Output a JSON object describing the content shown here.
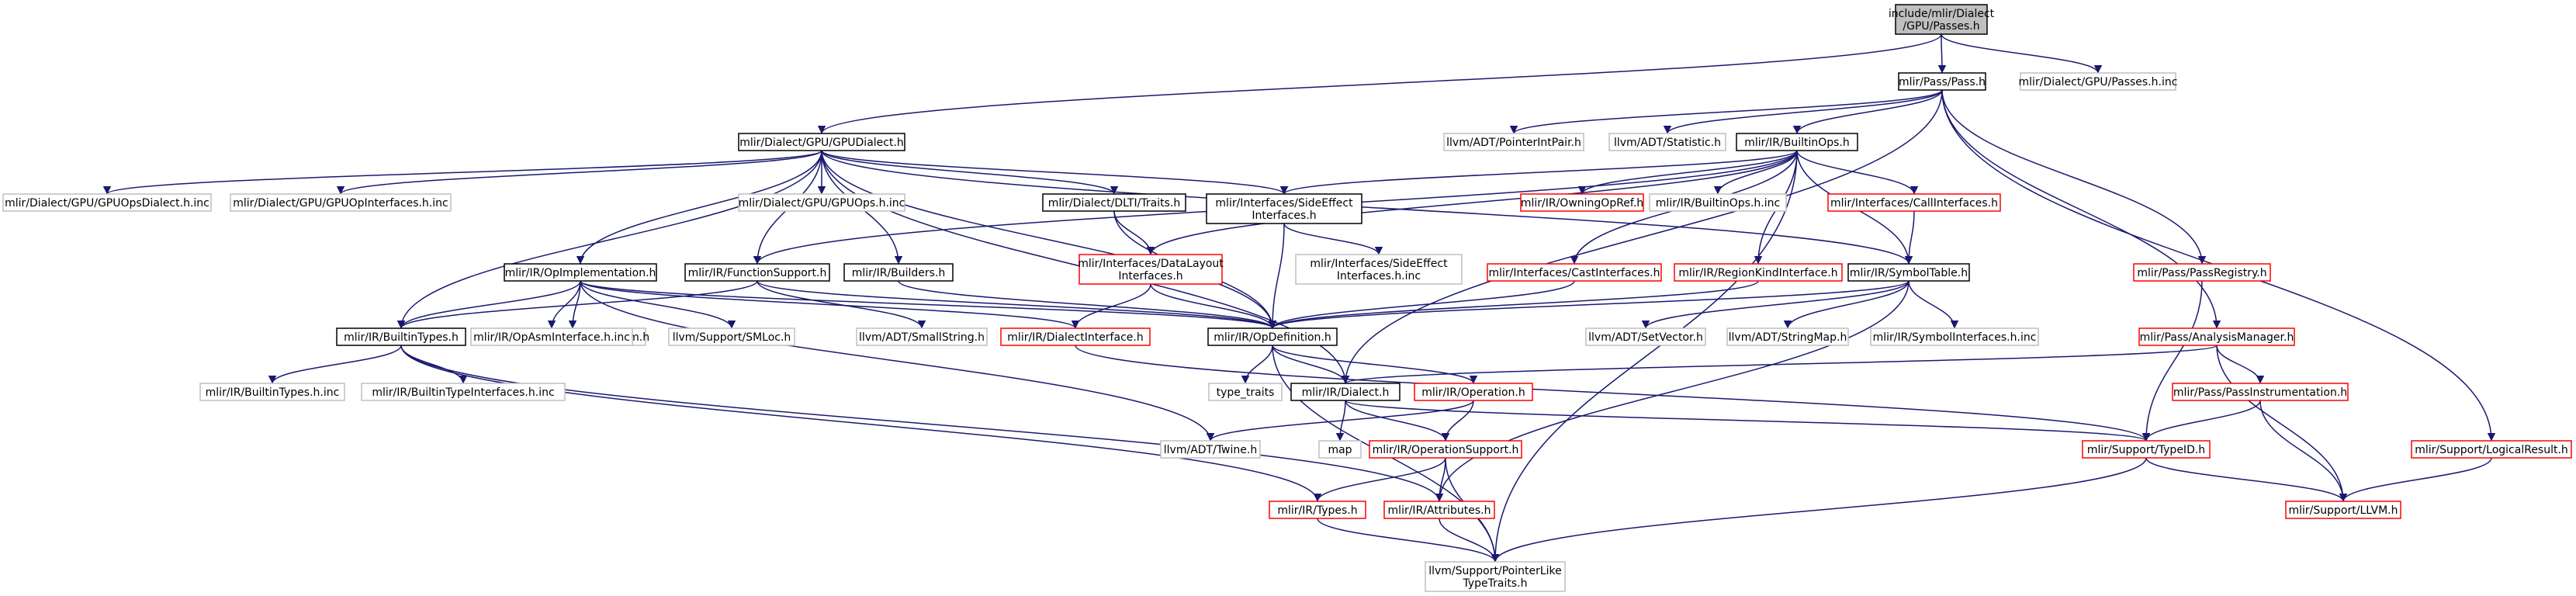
{
  "graph": {
    "colors": {
      "root_fill": "#bfbfbf",
      "documented_border": "#000000",
      "undocumented_border": "#ff0000",
      "external_border": "#bfbfbf",
      "text": "#000000",
      "edge": "#191970",
      "background": "#ffffff"
    },
    "nodes": [
      {
        "id": "root",
        "label": "include/mlir/Dialect\n/GPU/Passes.h",
        "kind": "root"
      },
      {
        "id": "pass",
        "label": "mlir/Pass/Pass.h",
        "kind": "documented"
      },
      {
        "id": "passes_inc",
        "label": "mlir/Dialect/GPU/Passes.h.inc",
        "kind": "external"
      },
      {
        "id": "gpudialect",
        "label": "mlir/Dialect/GPU/GPUDialect.h",
        "kind": "documented"
      },
      {
        "id": "pointerintpair",
        "label": "llvm/ADT/PointerIntPair.h",
        "kind": "external"
      },
      {
        "id": "statistic",
        "label": "llvm/ADT/Statistic.h",
        "kind": "external"
      },
      {
        "id": "builtinops",
        "label": "mlir/IR/BuiltinOps.h",
        "kind": "documented"
      },
      {
        "id": "gpuopsdialect_inc",
        "label": "mlir/Dialect/GPU/GPUOpsDialect.h.inc",
        "kind": "external"
      },
      {
        "id": "gpuopinterfaces_inc",
        "label": "mlir/Dialect/GPU/GPUOpInterfaces.h.inc",
        "kind": "external"
      },
      {
        "id": "gpuops_inc",
        "label": "mlir/Dialect/GPU/GPUOps.h.inc",
        "kind": "external"
      },
      {
        "id": "dlti",
        "label": "mlir/Dialect/DLTI/Traits.h",
        "kind": "documented"
      },
      {
        "id": "sideeffect",
        "label": "mlir/Interfaces/SideEffect\nInterfaces.h",
        "kind": "documented"
      },
      {
        "id": "owningopref",
        "label": "mlir/IR/OwningOpRef.h",
        "kind": "undocumented"
      },
      {
        "id": "builtinops_inc",
        "label": "mlir/IR/BuiltinOps.h.inc",
        "kind": "external"
      },
      {
        "id": "callinterfaces",
        "label": "mlir/Interfaces/CallInterfaces.h",
        "kind": "undocumented"
      },
      {
        "id": "passregistry",
        "label": "mlir/Pass/PassRegistry.h",
        "kind": "undocumented"
      },
      {
        "id": "opimpl",
        "label": "mlir/IR/OpImplementation.h",
        "kind": "documented"
      },
      {
        "id": "functionsupport",
        "label": "mlir/IR/FunctionSupport.h",
        "kind": "documented"
      },
      {
        "id": "builders",
        "label": "mlir/IR/Builders.h",
        "kind": "documented"
      },
      {
        "id": "datalayout",
        "label": "mlir/Interfaces/DataLayout\nInterfaces.h",
        "kind": "undocumented"
      },
      {
        "id": "sideeffect_inc",
        "label": "mlir/Interfaces/SideEffect\nInterfaces.h.inc",
        "kind": "external"
      },
      {
        "id": "castinterfaces",
        "label": "mlir/Interfaces/CastInterfaces.h",
        "kind": "undocumented"
      },
      {
        "id": "regionkind",
        "label": "mlir/IR/RegionKindInterface.h",
        "kind": "undocumented"
      },
      {
        "id": "symboltable",
        "label": "mlir/IR/SymbolTable.h",
        "kind": "documented"
      },
      {
        "id": "analysismanager",
        "label": "mlir/Pass/AnalysisManager.h",
        "kind": "undocumented"
      },
      {
        "id": "logicalresult",
        "label": "mlir/Support/LogicalResult.h",
        "kind": "undocumented"
      },
      {
        "id": "raw_ostream",
        "label": "llvm/Support/raw_ostream.h",
        "kind": "external"
      },
      {
        "id": "builtintypes",
        "label": "mlir/IR/BuiltinTypes.h",
        "kind": "documented"
      },
      {
        "id": "opasminterface_inc",
        "label": "mlir/IR/OpAsmInterface.h.inc",
        "kind": "external"
      },
      {
        "id": "smloc",
        "label": "llvm/Support/SMLoc.h",
        "kind": "external"
      },
      {
        "id": "smallstring",
        "label": "llvm/ADT/SmallString.h",
        "kind": "external"
      },
      {
        "id": "dialectinterface",
        "label": "mlir/IR/DialectInterface.h",
        "kind": "undocumented"
      },
      {
        "id": "opdefinition",
        "label": "mlir/IR/OpDefinition.h",
        "kind": "documented"
      },
      {
        "id": "setvector",
        "label": "llvm/ADT/SetVector.h",
        "kind": "external"
      },
      {
        "id": "stringmap",
        "label": "llvm/ADT/StringMap.h",
        "kind": "external"
      },
      {
        "id": "symbolinterfaces_inc",
        "label": "mlir/IR/SymbolInterfaces.h.inc",
        "kind": "external"
      },
      {
        "id": "builtintypes_inc",
        "label": "mlir/IR/BuiltinTypes.h.inc",
        "kind": "external"
      },
      {
        "id": "builtintypeinterfaces_inc",
        "label": "mlir/IR/BuiltinTypeInterfaces.h.inc",
        "kind": "external"
      },
      {
        "id": "type_traits",
        "label": "type_traits",
        "kind": "external"
      },
      {
        "id": "dialect",
        "label": "mlir/IR/Dialect.h",
        "kind": "documented"
      },
      {
        "id": "operation",
        "label": "mlir/IR/Operation.h",
        "kind": "undocumented"
      },
      {
        "id": "passinstrumentation",
        "label": "mlir/Pass/PassInstrumentation.h",
        "kind": "undocumented"
      },
      {
        "id": "map",
        "label": "map",
        "kind": "external"
      },
      {
        "id": "twine",
        "label": "llvm/ADT/Twine.h",
        "kind": "external"
      },
      {
        "id": "operationsupport",
        "label": "mlir/IR/OperationSupport.h",
        "kind": "undocumented"
      },
      {
        "id": "typeid",
        "label": "mlir/Support/TypeID.h",
        "kind": "undocumented"
      },
      {
        "id": "types",
        "label": "mlir/IR/Types.h",
        "kind": "undocumented"
      },
      {
        "id": "attributes",
        "label": "mlir/IR/Attributes.h",
        "kind": "undocumented"
      },
      {
        "id": "llvmh",
        "label": "mlir/Support/LLVM.h",
        "kind": "undocumented"
      },
      {
        "id": "pointerliketypetraits",
        "label": "llvm/Support/PointerLike\nTypeTraits.h",
        "kind": "external"
      }
    ],
    "edges": [
      [
        "root",
        "pass"
      ],
      [
        "root",
        "passes_inc"
      ],
      [
        "root",
        "gpudialect"
      ],
      [
        "pass",
        "pointerintpair"
      ],
      [
        "pass",
        "statistic"
      ],
      [
        "pass",
        "builtinops"
      ],
      [
        "pass",
        "passregistry"
      ],
      [
        "pass",
        "analysismanager"
      ],
      [
        "pass",
        "logicalresult"
      ],
      [
        "pass",
        "dialect"
      ],
      [
        "gpudialect",
        "gpuopsdialect_inc"
      ],
      [
        "gpudialect",
        "gpuopinterfaces_inc"
      ],
      [
        "gpudialect",
        "gpuops_inc"
      ],
      [
        "gpudialect",
        "dlti"
      ],
      [
        "gpudialect",
        "sideeffect"
      ],
      [
        "gpudialect",
        "opimpl"
      ],
      [
        "gpudialect",
        "functionsupport"
      ],
      [
        "gpudialect",
        "builders"
      ],
      [
        "gpudialect",
        "opdefinition"
      ],
      [
        "gpudialect",
        "builtintypes"
      ],
      [
        "gpudialect",
        "dialect"
      ],
      [
        "gpudialect",
        "symboltable"
      ],
      [
        "builtinops",
        "owningopref"
      ],
      [
        "builtinops",
        "builtinops_inc"
      ],
      [
        "builtinops",
        "callinterfaces"
      ],
      [
        "builtinops",
        "castinterfaces"
      ],
      [
        "builtinops",
        "regionkind"
      ],
      [
        "builtinops",
        "symboltable"
      ],
      [
        "builtinops",
        "sideeffect"
      ],
      [
        "builtinops",
        "functionsupport"
      ],
      [
        "builtinops",
        "datalayout"
      ],
      [
        "builtinops",
        "pointerliketypetraits"
      ],
      [
        "dlti",
        "datalayout"
      ],
      [
        "dlti",
        "opdefinition"
      ],
      [
        "sideeffect",
        "sideeffect_inc"
      ],
      [
        "sideeffect",
        "opdefinition"
      ],
      [
        "callinterfaces",
        "symboltable"
      ],
      [
        "passregistry",
        "typeid"
      ],
      [
        "opimpl",
        "raw_ostream"
      ],
      [
        "opimpl",
        "builtintypes"
      ],
      [
        "opimpl",
        "opasminterface_inc"
      ],
      [
        "opimpl",
        "smloc"
      ],
      [
        "opimpl",
        "opdefinition"
      ],
      [
        "opimpl",
        "twine"
      ],
      [
        "opimpl",
        "dialectinterface"
      ],
      [
        "functionsupport",
        "builtintypes"
      ],
      [
        "functionsupport",
        "opdefinition"
      ],
      [
        "functionsupport",
        "smallstring"
      ],
      [
        "builders",
        "opdefinition"
      ],
      [
        "datalayout",
        "dialectinterface"
      ],
      [
        "datalayout",
        "opdefinition"
      ],
      [
        "castinterfaces",
        "opdefinition"
      ],
      [
        "regionkind",
        "opdefinition"
      ],
      [
        "symboltable",
        "opdefinition"
      ],
      [
        "symboltable",
        "setvector"
      ],
      [
        "symboltable",
        "stringmap"
      ],
      [
        "symboltable",
        "symbolinterfaces_inc"
      ],
      [
        "symboltable",
        "attributes"
      ],
      [
        "analysismanager",
        "dialect"
      ],
      [
        "analysismanager",
        "passinstrumentation"
      ],
      [
        "analysismanager",
        "llvmh"
      ],
      [
        "logicalresult",
        "llvmh"
      ],
      [
        "builtintypes",
        "builtintypes_inc"
      ],
      [
        "builtintypes",
        "builtintypeinterfaces_inc"
      ],
      [
        "builtintypes",
        "types"
      ],
      [
        "builtintypes",
        "attributes"
      ],
      [
        "dialectinterface",
        "typeid"
      ],
      [
        "opdefinition",
        "type_traits"
      ],
      [
        "opdefinition",
        "dialect"
      ],
      [
        "opdefinition",
        "operation"
      ],
      [
        "opdefinition",
        "pointerliketypetraits"
      ],
      [
        "dialect",
        "map"
      ],
      [
        "dialect",
        "operationsupport"
      ],
      [
        "dialect",
        "typeid"
      ],
      [
        "operation",
        "twine"
      ],
      [
        "operation",
        "operationsupport"
      ],
      [
        "passinstrumentation",
        "typeid"
      ],
      [
        "passinstrumentation",
        "llvmh"
      ],
      [
        "operationsupport",
        "types"
      ],
      [
        "operationsupport",
        "attributes"
      ],
      [
        "operationsupport",
        "pointerliketypetraits"
      ],
      [
        "typeid",
        "llvmh"
      ],
      [
        "typeid",
        "pointerliketypetraits"
      ],
      [
        "types",
        "pointerliketypetraits"
      ],
      [
        "attributes",
        "pointerliketypetraits"
      ]
    ]
  }
}
